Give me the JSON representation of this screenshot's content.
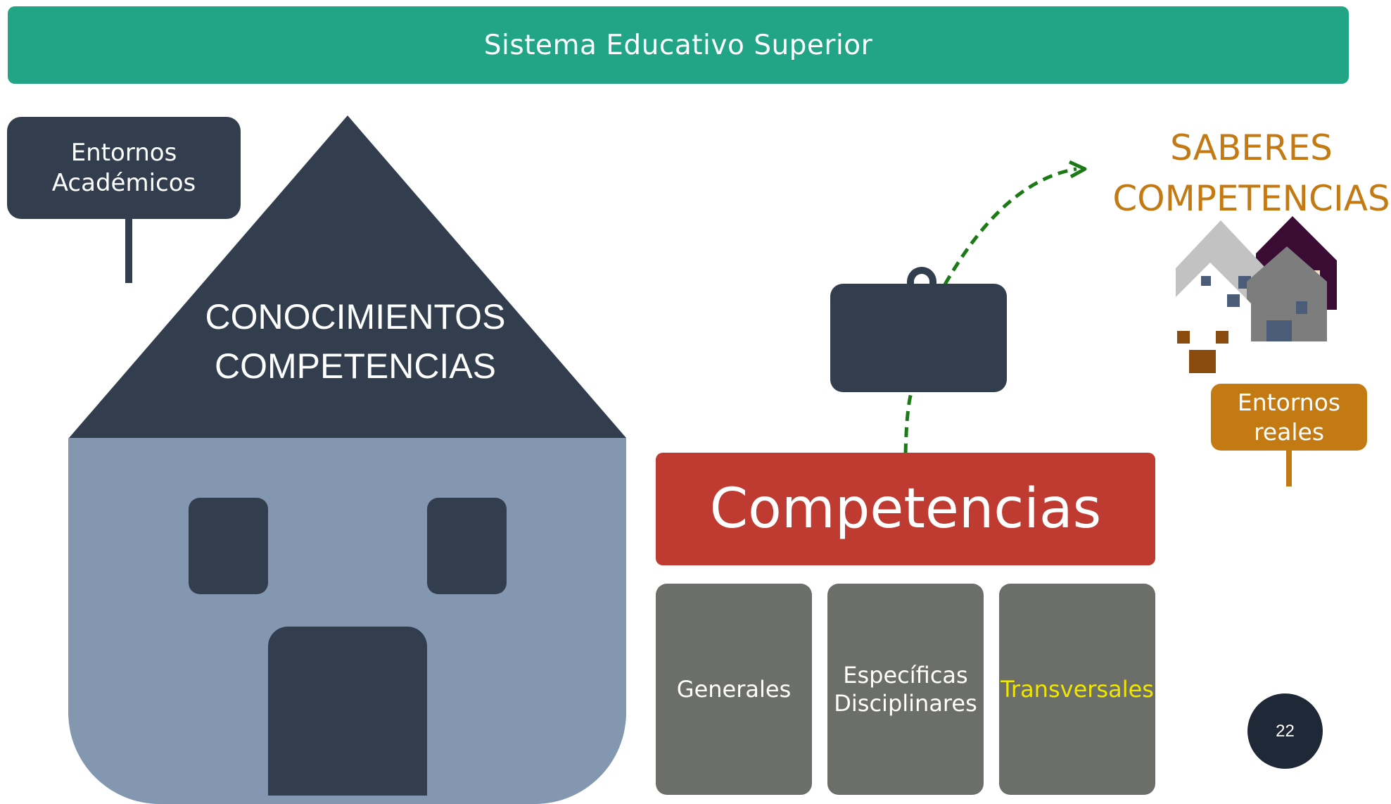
{
  "banner": {
    "title": "Sistema Educativo Superior"
  },
  "sign_academic": {
    "line1": "Entornos",
    "line2": "Académicos"
  },
  "house": {
    "roof_line1": "CONOCIMIENTOS",
    "roof_line2": "COMPETENCIAS"
  },
  "competencias": {
    "title": "Competencias",
    "boxes": [
      {
        "line1": "Generales",
        "line2": ""
      },
      {
        "line1": "Específicas",
        "line2": "Disciplinares"
      },
      {
        "line1": "Transversales",
        "line2": ""
      }
    ]
  },
  "saberes": {
    "line1": "SABERES",
    "line2": "COMPETENCIAS"
  },
  "sign_real": {
    "line1": "Entornos",
    "line2": "reales"
  },
  "page_number": "22",
  "icons": {
    "briefcase": "briefcase-icon",
    "houses": "houses-cluster-icon",
    "arrow": "dashed-arrow-icon"
  },
  "colors": {
    "banner": "#21a586",
    "dark": "#323e4e",
    "house_body": "#8497b0",
    "competencias_red": "#bf3a31",
    "box_gray": "#6c6e6a",
    "transversales_text": "#f0e600",
    "orange": "#c47a13",
    "arrow_green": "#1b7a16"
  }
}
